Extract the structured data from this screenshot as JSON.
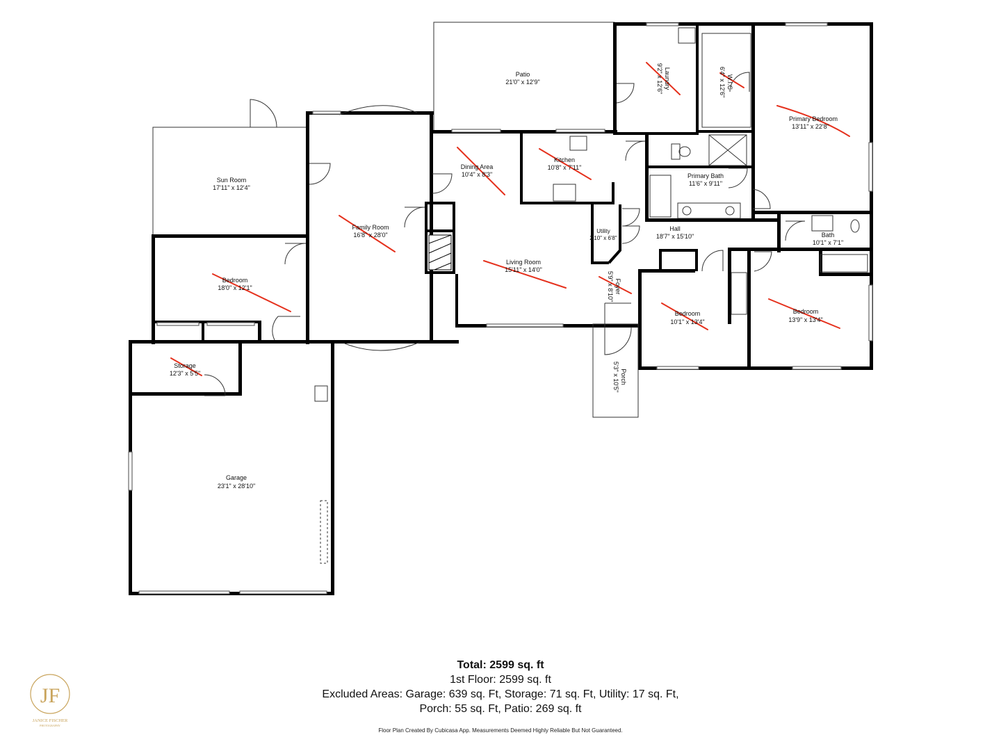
{
  "rooms": [
    {
      "id": "patio",
      "name": "Patio",
      "dim": "21'0\" x 12'9\""
    },
    {
      "id": "laundry",
      "name": "Laundry",
      "dim": "9'2\" x 12'6\""
    },
    {
      "id": "wic",
      "name": "W.I.C",
      "dim": "6'4\" x 12'6\""
    },
    {
      "id": "primary-bedroom",
      "name": "Primary Bedroom",
      "dim": "13'11\" x 22'8\""
    },
    {
      "id": "sun-room",
      "name": "Sun Room",
      "dim": "17'11\" x 12'4\""
    },
    {
      "id": "dining-area",
      "name": "Dining Area",
      "dim": "10'4\" x 8'3\""
    },
    {
      "id": "kitchen",
      "name": "Kitchen",
      "dim": "10'8\" x 7'11\""
    },
    {
      "id": "primary-bath",
      "name": "Primary Bath",
      "dim": "11'6\" x 9'11\""
    },
    {
      "id": "family-room",
      "name": "Family Room",
      "dim": "16'8\" x 28'0\""
    },
    {
      "id": "utility",
      "name": "Utility",
      "dim": "2'10\" x 6'8\""
    },
    {
      "id": "hall",
      "name": "Hall",
      "dim": "18'7\" x 15'10\""
    },
    {
      "id": "bath",
      "name": "Bath",
      "dim": "10'1\" x 7'1\""
    },
    {
      "id": "bedroom-west",
      "name": "Bedroom",
      "dim": "18'0\" x 12'1\""
    },
    {
      "id": "living-room",
      "name": "Living Room",
      "dim": "15'11\" x 14'0\""
    },
    {
      "id": "foyer",
      "name": "Foyer",
      "dim": "5'9\" x 8'10\""
    },
    {
      "id": "bedroom-middle",
      "name": "Bedroom",
      "dim": "10'1\" x 13'4\""
    },
    {
      "id": "bedroom-east",
      "name": "Bedroom",
      "dim": "13'9\" x 13'4\""
    },
    {
      "id": "storage",
      "name": "Storage",
      "dim": "12'3\" x 5'5\""
    },
    {
      "id": "porch",
      "name": "Porch",
      "dim": "5'3\" x 10'5\""
    },
    {
      "id": "garage",
      "name": "Garage",
      "dim": "23'1\" x 28'10\""
    }
  ],
  "summary": {
    "total": "Total: 2599 sq. ft",
    "floor": "1st Floor: 2599 sq. ft",
    "excluded_line1": "Excluded Areas: Garage: 639 sq. Ft, Storage: 71 sq. Ft, Utility: 17 sq. Ft,",
    "excluded_line2": "Porch: 55 sq. Ft, Patio: 269 sq. ft"
  },
  "credit": "Floor Plan Created By Cubicasa App. Measurements Deemed Highly Reliable But Not Guaranteed.",
  "logo": {
    "monogram": "JF",
    "name": "JANICE FISCHER",
    "tagline": "PHOTOGRAPHY",
    "color": "#c9a45c"
  }
}
